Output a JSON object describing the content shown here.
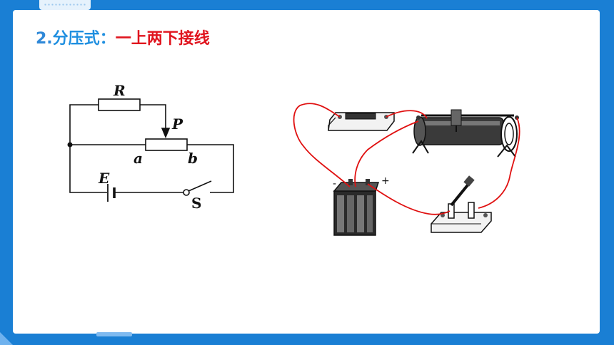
{
  "heading": {
    "number": "2.",
    "text": "分压式：",
    "emphasis": "一上两下接线"
  },
  "circuit_labels": {
    "resistor_r": "R",
    "slider_p": "P",
    "end_a": "a",
    "end_b": "b",
    "battery_e": "E",
    "switch_s": "S"
  },
  "battery_signs": {
    "negative": "-",
    "positive": "+"
  },
  "colors": {
    "frame_blue": "#1a7fd4",
    "heading_blue": "#1f8fe0",
    "heading_red": "#e0141e",
    "wire_red": "#e01010"
  }
}
